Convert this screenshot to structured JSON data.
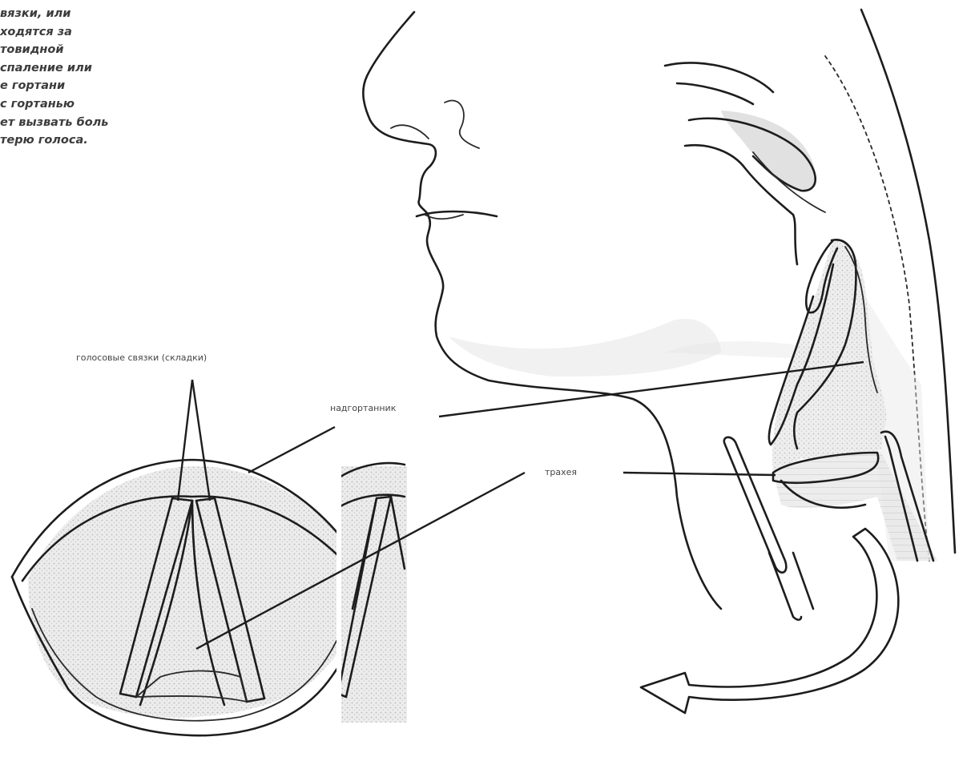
{
  "caption": {
    "lines": [
      "вязки, или",
      "ходятся за",
      "товидной",
      "спаление или",
      "е гортани",
      "с гортанью",
      "ет вызвать боль",
      "терю голоса."
    ]
  },
  "labels": {
    "vocal_folds": "голосовые связки (складки)",
    "epiglottis": "надгортанник",
    "trachea": "трахея"
  }
}
